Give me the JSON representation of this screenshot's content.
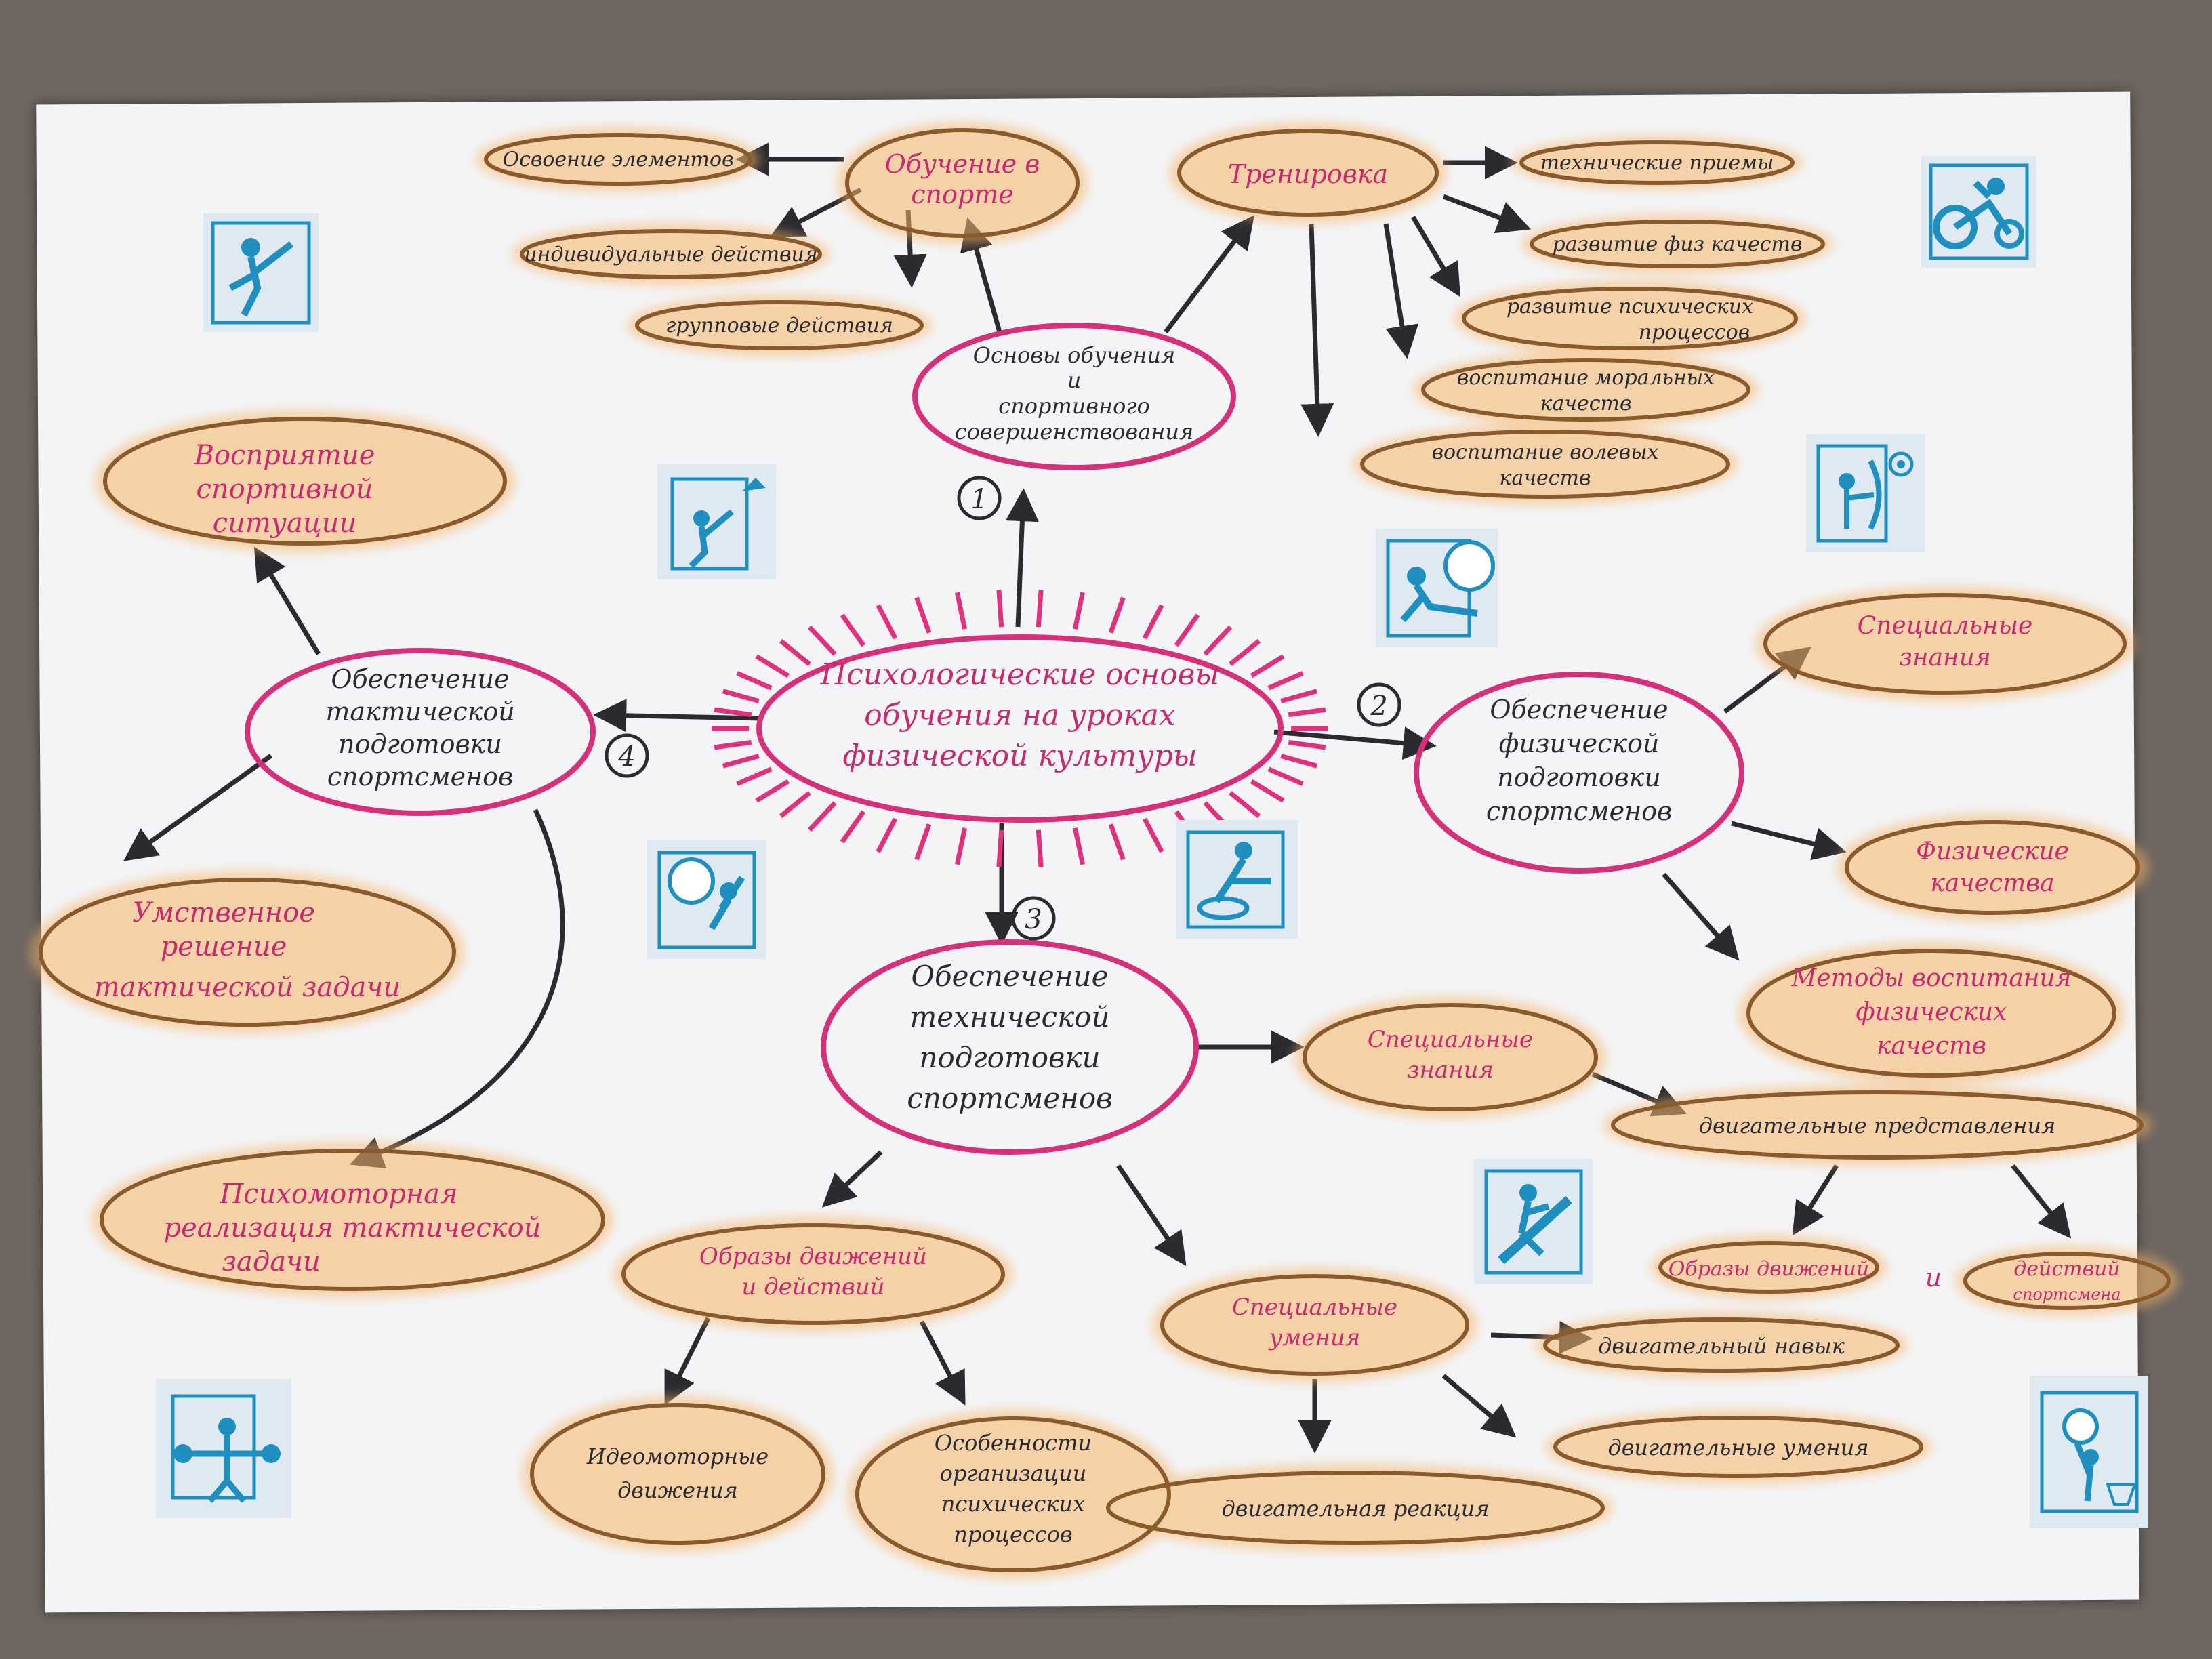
{
  "center": {
    "lines": [
      "Психологические основы",
      "обучения на уроках",
      "физической культуры"
    ]
  },
  "markers": {
    "m1": "1",
    "m2": "2",
    "m3": "3",
    "m4": "4"
  },
  "branch1": {
    "main": [
      "Основы обучения",
      "и",
      "спортивного",
      "совершенствования"
    ],
    "learning": [
      "Обучение в",
      "спорте"
    ],
    "learning_items": [
      "Освоение элементов",
      "индивидуальные действия",
      "групповые действия"
    ],
    "training": "Тренировка",
    "training_items": [
      "технические приемы",
      "развитие физ качеств",
      [
        "развитие психических",
        "процессов"
      ],
      [
        "воспитание моральных",
        "качеств"
      ],
      [
        "воспитание волевых",
        "качеств"
      ]
    ]
  },
  "branch2": {
    "main": [
      "Обеспечение",
      "физической",
      "подготовки",
      "спортсменов"
    ],
    "items": [
      [
        "Специальные",
        "знания"
      ],
      [
        "Физические",
        "качества"
      ],
      [
        "Методы воспитания",
        "физических",
        "качеств"
      ]
    ]
  },
  "branch3": {
    "main": [
      "Обеспечение",
      "технической",
      "подготовки",
      "спортсменов"
    ],
    "knowledge": [
      "Специальные",
      "знания"
    ],
    "motor_repr": "двигательные представления",
    "images_of_movement": "Образы движений",
    "conjunction": "и",
    "athlete_actions": [
      "действий",
      "спортсмена"
    ],
    "images_actions": [
      "Образы движений",
      "и действий"
    ],
    "ideomotor": [
      "Идеомоторные",
      "движения"
    ],
    "psych_org": [
      "Особенности",
      "организации",
      "психических",
      "процессов"
    ],
    "skills": [
      "Специальные",
      "умения"
    ],
    "motor_habit": "двигательный навык",
    "motor_skills": "двигательные умения",
    "motor_reaction": "двигательная реакция"
  },
  "branch4": {
    "main": [
      "Обеспечение",
      "тактической",
      "подготовки",
      "спортсменов"
    ],
    "perception": [
      "Восприятие",
      "спортивной",
      "ситуации"
    ],
    "mental": [
      "Умственное",
      "решение",
      "тактической задачи"
    ],
    "psychomotor": [
      "Психомоторная",
      "реализация тактической",
      "задачи"
    ]
  },
  "icons": [
    "figure-skating-icon",
    "motorcycling-icon",
    "badminton-icon",
    "football-icon",
    "archery-icon",
    "water-polo-icon",
    "curling-icon",
    "snowboard-icon",
    "weightlifting-icon",
    "basketball-icon"
  ],
  "colors": {
    "pink": "#d6307a",
    "ochre": "#8a5a2a",
    "highlight": "#f6b66a",
    "icon_blue": "#1f8fbf",
    "ink": "#2a2a30"
  }
}
